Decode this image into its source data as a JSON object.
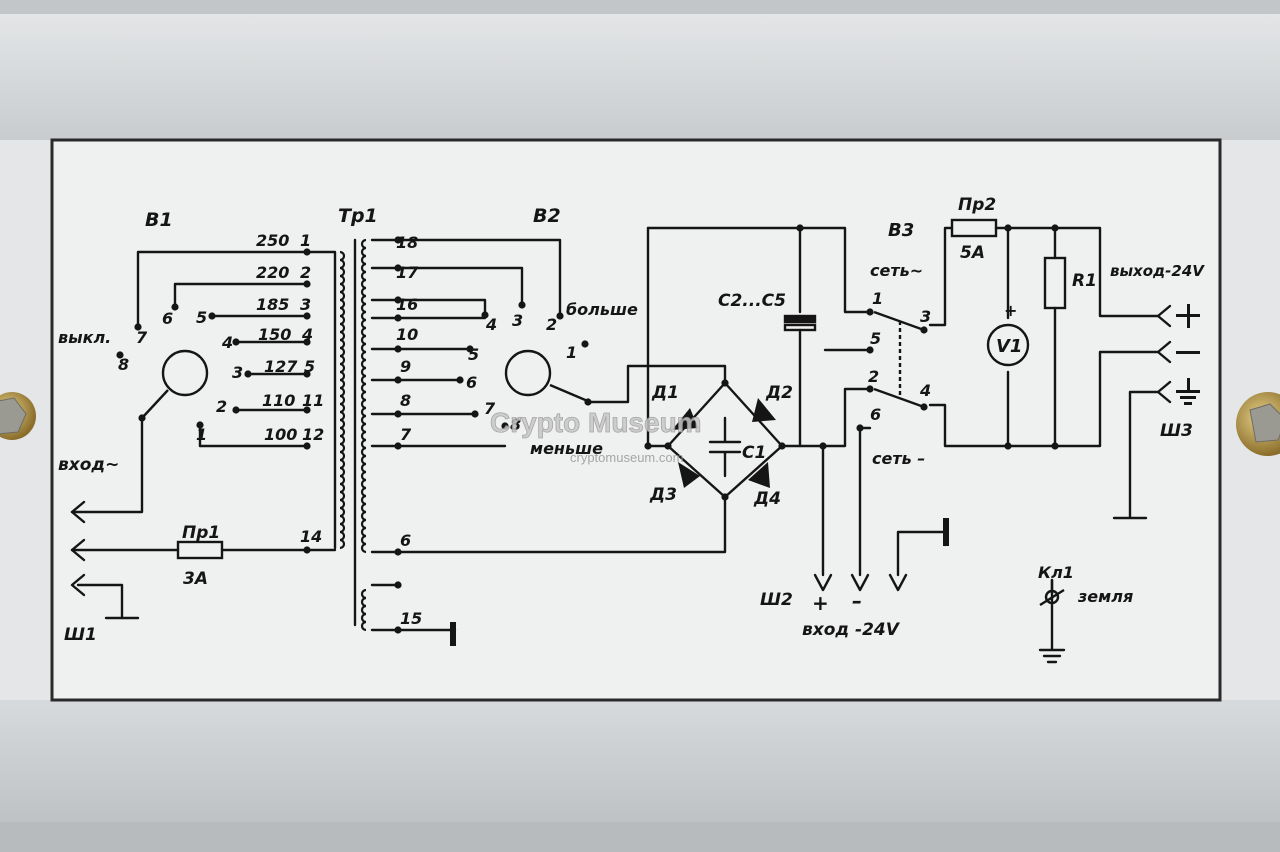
{
  "labels": {
    "b1": "В1",
    "tp1": "Тр1",
    "b2": "В2",
    "b3": "В3",
    "pr1": "Пр1",
    "pr1_rating": "3А",
    "pr2": "Пр2",
    "pr2_rating": "5А",
    "c2c5": "С2...С5",
    "c1": "С1",
    "d1": "Д1",
    "d2": "Д2",
    "d3": "Д3",
    "d4": "Д4",
    "r1": "R1",
    "v1": "V1",
    "vykl": "выкл.",
    "vkhod_ac": "вход~",
    "bolshe": "больше",
    "menshe": "меньше",
    "set_ac": "сеть~",
    "set_dc": "сеть –",
    "vykhod": "выход-24V",
    "vkhod_dc": "вход -24V",
    "zemlya": "земля",
    "kl1": "Кл1",
    "sh1": "Ш1",
    "sh2": "Ш2",
    "sh3": "Ш3",
    "plus": "+",
    "minus": "–",
    "polarity_plus": "+"
  },
  "primary_taps": [
    {
      "voltage": "250",
      "pin": "1"
    },
    {
      "voltage": "220",
      "pin": "2"
    },
    {
      "voltage": "185",
      "pin": "3"
    },
    {
      "voltage": "150",
      "pin": "4"
    },
    {
      "voltage": "127",
      "pin": "5"
    },
    {
      "voltage": "110",
      "pin": "11"
    },
    {
      "voltage": "100",
      "pin": "12"
    }
  ],
  "b1_contacts": [
    "7",
    "8",
    "6",
    "5",
    "4",
    "3",
    "2",
    "1"
  ],
  "secondary_pins": [
    "18",
    "17",
    "16",
    "10",
    "9",
    "8",
    "7",
    "6",
    "14",
    "15"
  ],
  "b2_contacts": [
    "1",
    "2",
    "3",
    "4",
    "5",
    "6",
    "7",
    "8"
  ],
  "b3_contacts": [
    "1",
    "3",
    "5",
    "2",
    "4",
    "6"
  ],
  "watermark": {
    "title": "Crypto Museum",
    "url": "cryptomuseum.com"
  }
}
